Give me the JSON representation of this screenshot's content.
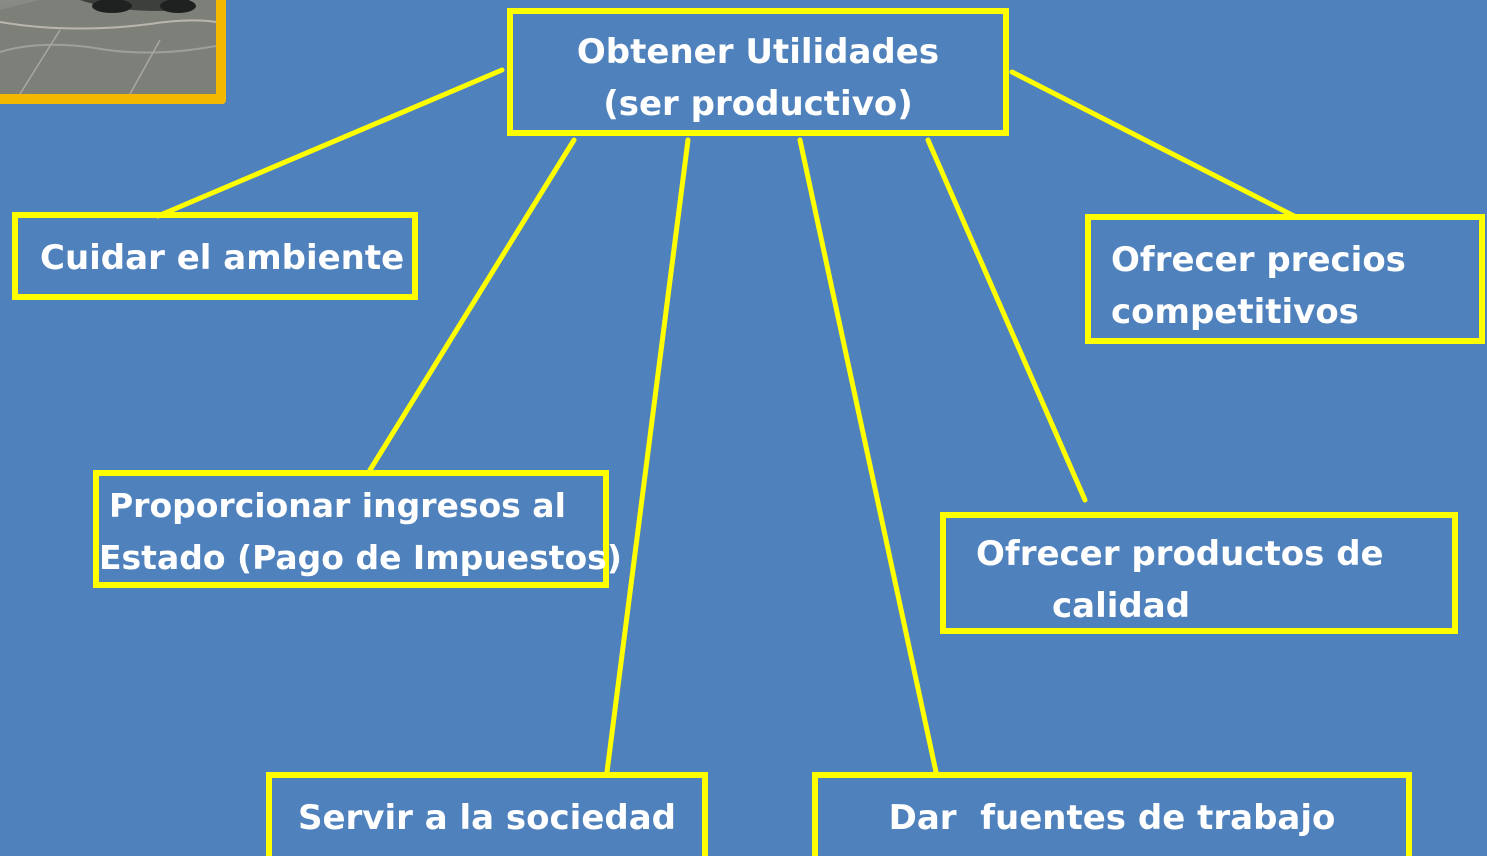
{
  "nodes": {
    "root": {
      "line1": "Obtener Utilidades",
      "line2": "(ser productivo)"
    },
    "ambiente": {
      "line1": "Cuidar el ambiente"
    },
    "precios": {
      "line1": "Ofrecer precios",
      "line2": "competitivos"
    },
    "ingresos": {
      "line1": "Proporcionar ingresos al",
      "line2": "Estado (Pago de Impuestos)"
    },
    "calidad": {
      "line1": "Ofrecer productos de",
      "line2": "calidad"
    },
    "sociedad": {
      "line1": "Servir a la sociedad"
    },
    "trabajo": {
      "line1": "Dar  fuentes de trabajo"
    }
  },
  "colors": {
    "background": "#4f81bd",
    "border": "#ffff00",
    "text": "#ffffff",
    "photo_frame": "#f5b800"
  },
  "photo": {
    "icon": "street-photo-thumbnail"
  }
}
